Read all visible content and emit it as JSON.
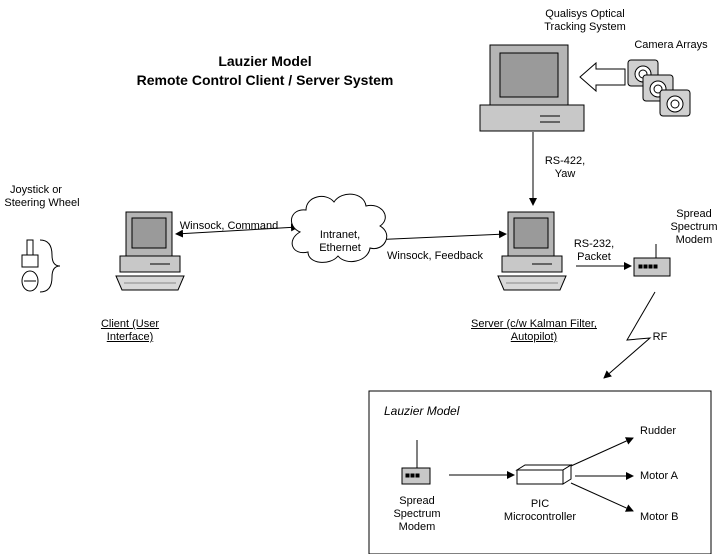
{
  "title": {
    "line1": "Lauzier Model",
    "line2": "Remote Control Client / Server System"
  },
  "tracking": {
    "system_line1": "Qualisys Optical",
    "system_line2": "Tracking System",
    "camera_label": "Camera Arrays"
  },
  "links": {
    "rs422_line1": "RS-422,",
    "rs422_line2": "Yaw",
    "winsock_command": "Winsock, Command",
    "winsock_feedback": "Winsock, Feedback",
    "rs232_line1": "RS-232,",
    "rs232_line2": "Packet",
    "rf": "RF"
  },
  "network": {
    "line1": "Intranet,",
    "line2": "Ethernet"
  },
  "joystick": {
    "line1": "Joystick or",
    "line2": "Steering Wheel"
  },
  "client": {
    "line1": "Client (User",
    "line2": "Interface)"
  },
  "server": {
    "line1": "Server (c/w Kalman Filter,",
    "line2": "Autopilot)"
  },
  "modem_top": {
    "line1": "Spread",
    "line2": "Spectrum",
    "line3": "Modem"
  },
  "model_box": {
    "heading": "Lauzier Model",
    "modem_line1": "Spread",
    "modem_line2": "Spectrum",
    "modem_line3": "Modem",
    "pic_line1": "PIC",
    "pic_line2": "Microcontroller",
    "rudder": "Rudder",
    "motor_a": "Motor A",
    "motor_b": "Motor B"
  }
}
